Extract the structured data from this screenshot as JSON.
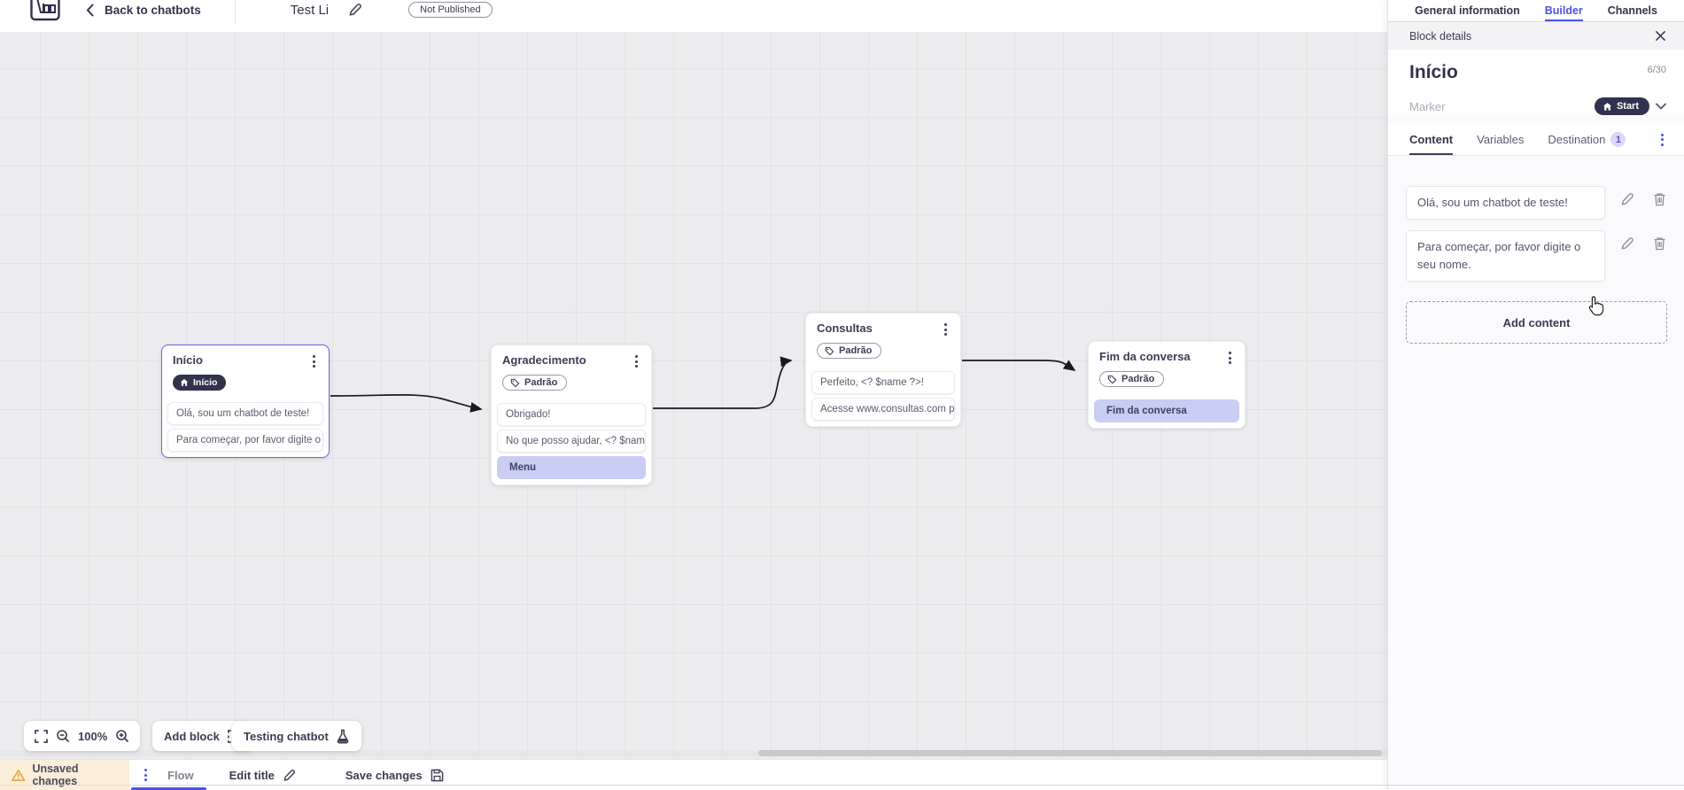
{
  "topbar": {
    "back_label": "Back to chatbots",
    "title": "Test Li",
    "status_badge": "Not Published"
  },
  "nav_tabs": {
    "general": "General information",
    "builder": "Builder",
    "channels": "Channels"
  },
  "panel": {
    "header": "Block details",
    "block_name": "Início",
    "char_counter": "6/30",
    "marker_label": "Marker",
    "marker_value": "Start",
    "tabs": {
      "content": "Content",
      "variables": "Variables",
      "destination": "Destination",
      "destination_badge": "1"
    },
    "contents": [
      "Olá, sou um chatbot de teste!",
      "Para começar, por favor digite o seu nome."
    ],
    "add_content_label": "Add content"
  },
  "canvas": {
    "blocks": [
      {
        "title": "Início",
        "marker": "Início",
        "rows": [
          {
            "text": "Olá, sou um chatbot de teste!"
          },
          {
            "text": "Para começar, por favor digite o ..."
          }
        ]
      },
      {
        "title": "Agradecimento",
        "tag": "Padrão",
        "rows": [
          {
            "text": "Obrigado!"
          },
          {
            "text": "No que posso ajudar, <? $name ..."
          },
          {
            "text": "Menu",
            "highlight": true
          }
        ]
      },
      {
        "title": "Consultas",
        "tag": "Padrão",
        "rows": [
          {
            "text": "Perfeito, <? $name ?>!"
          },
          {
            "text": "Acesse www.consultas.com par..."
          }
        ]
      },
      {
        "title": "Fim da conversa",
        "tag": "Padrão",
        "rows": [
          {
            "text": "Fim da conversa",
            "highlight": true
          }
        ]
      }
    ],
    "zoom_level": "100%",
    "add_block_label": "Add block",
    "testing_label": "Testing chatbot"
  },
  "bottombar": {
    "unsaved_label": "Unsaved changes",
    "flow_tab": "Flow",
    "edit_title_label": "Edit title",
    "save_label": "Save changes"
  },
  "colors": {
    "accent_blue": "#4a54e1",
    "dark_navy": "#32324e",
    "selection_purple": "#6f63e0",
    "highlight_row": "#c9cdf3",
    "warning_bg": "#faeed8",
    "warning_icon": "#e2a43d"
  }
}
